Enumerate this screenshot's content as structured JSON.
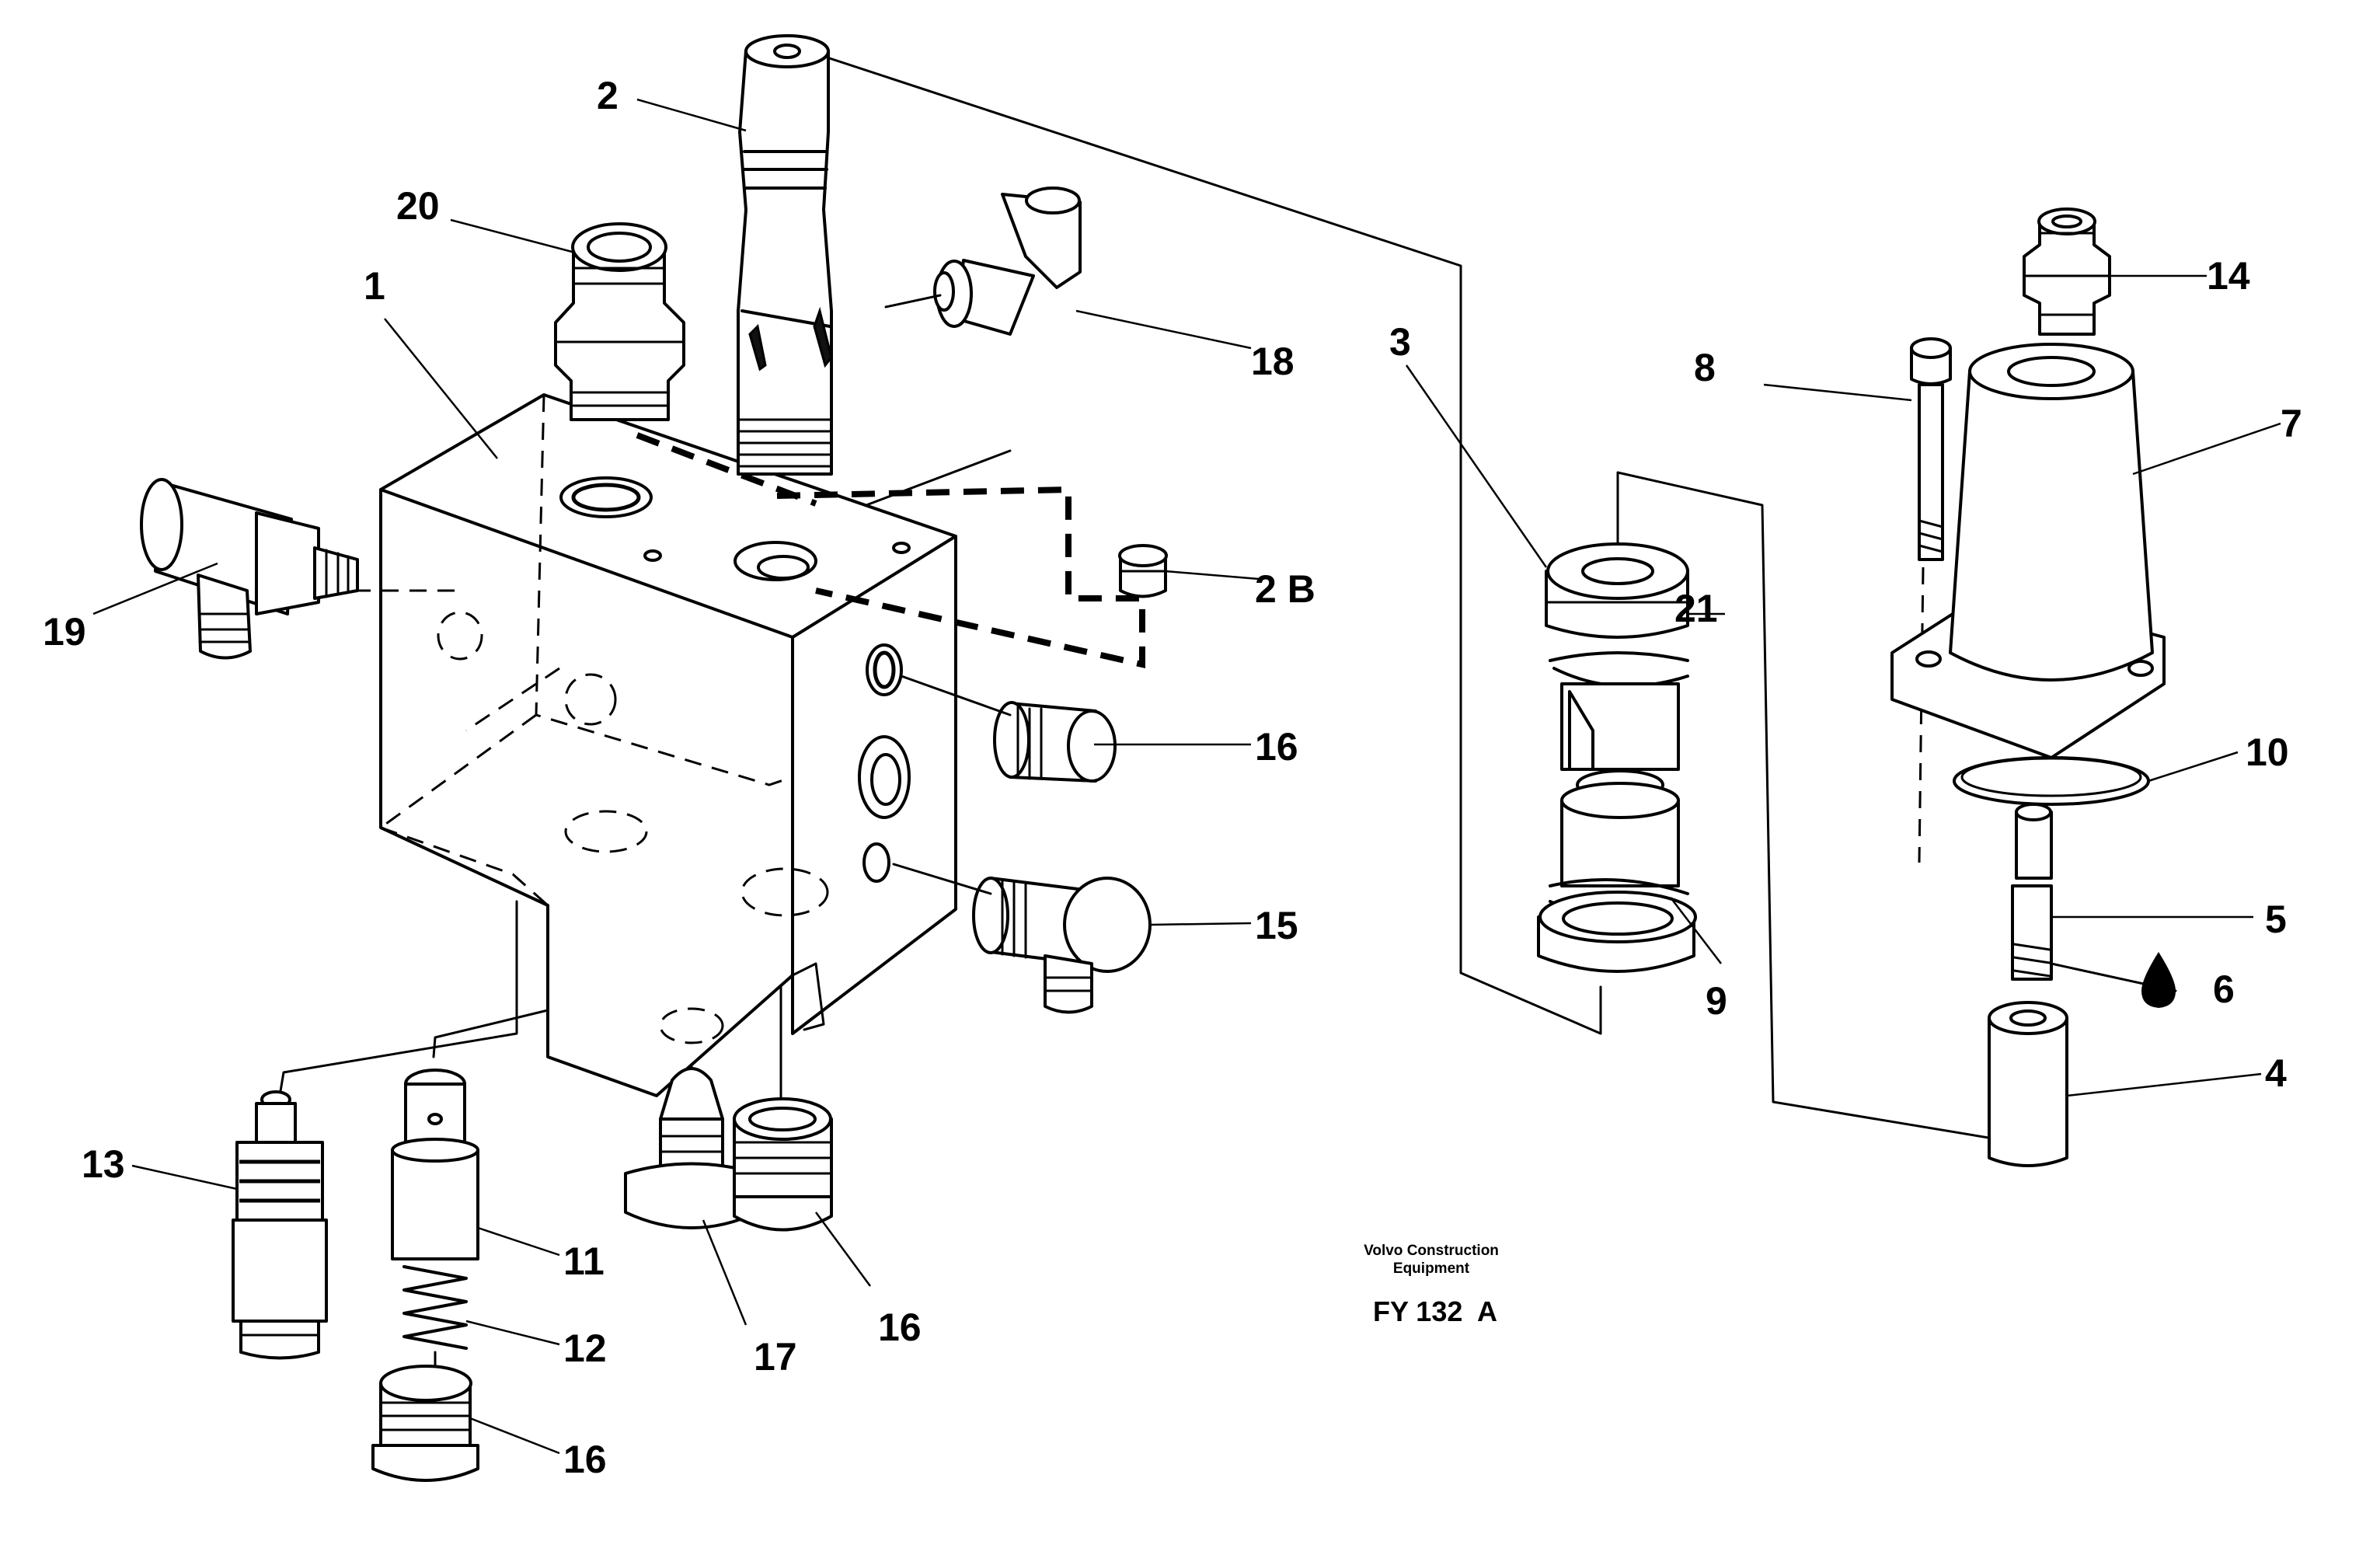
{
  "caption": {
    "maker_line1": "Volvo Construction",
    "maker_line2": "Equipment",
    "figure_id": "FY 132  A"
  },
  "callouts": {
    "c1": "1",
    "c2": "2",
    "c2b": "2 B",
    "c3": "3",
    "c4": "4",
    "c5": "5",
    "c6": "6",
    "c7": "7",
    "c8": "8",
    "c9": "9",
    "c10": "10",
    "c11": "11",
    "c12": "12",
    "c13": "13",
    "c14": "14",
    "c15": "15",
    "c16a": "16",
    "c16b": "16",
    "c16c": "16",
    "c17": "17",
    "c18": "18",
    "c19": "19",
    "c20": "20",
    "c21": "21"
  }
}
